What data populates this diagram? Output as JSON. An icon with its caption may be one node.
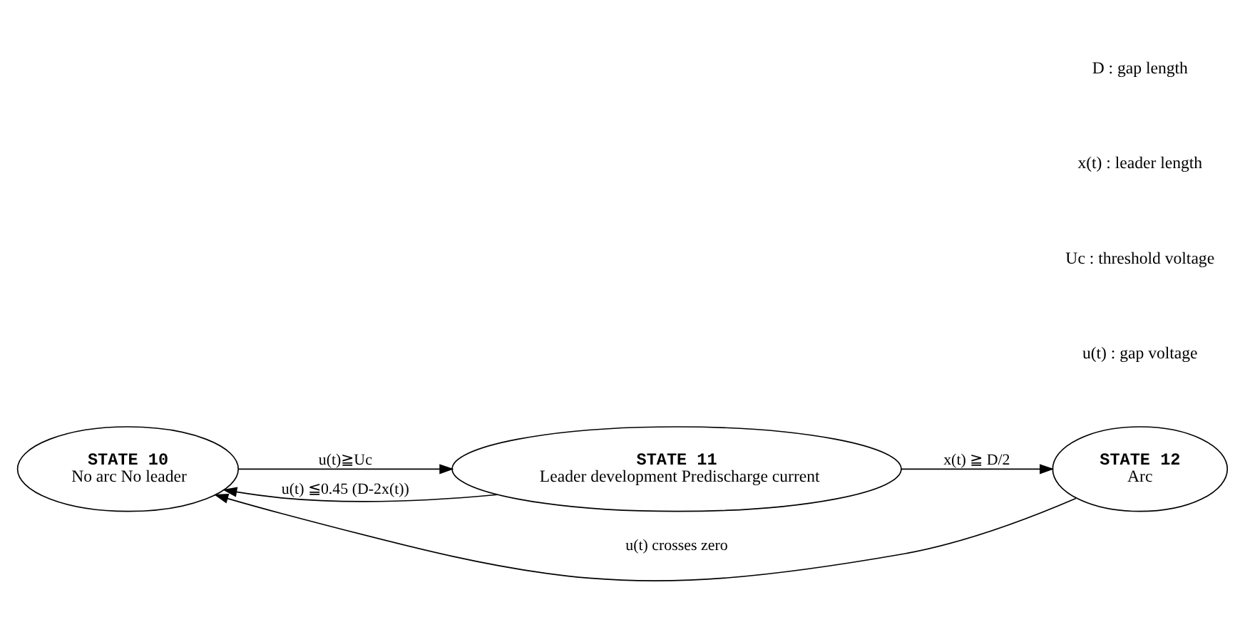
{
  "diagram": {
    "nodes": [
      {
        "text": [
          "STATE 10",
          "No arc No leader"
        ]
      },
      {
        "text": [
          "STATE 11",
          "Leader development Predischarge current"
        ]
      },
      {
        "text": [
          "STATE 12",
          "Arc"
        ]
      }
    ],
    "edges": [
      {
        "from": 0,
        "to": 1,
        "arrow": "to",
        "label": "u(t)≧Uc"
      },
      {
        "from": 1,
        "to": 2,
        "arrow": "to",
        "label": "x(t) ≧ D/2"
      },
      {
        "from": 1,
        "to": 0,
        "arrow": "to",
        "label": "u(t) ≦0.45 (D-2x(t))"
      },
      {
        "from": 2,
        "to": 0,
        "arrow": "to",
        "label": "u(t) crosses zero"
      }
    ],
    "labels": [
      "u(t) : gap voltage",
      "Uc : threshold voltage",
      "x(t) : leader length",
      "D : gap length"
    ]
  }
}
